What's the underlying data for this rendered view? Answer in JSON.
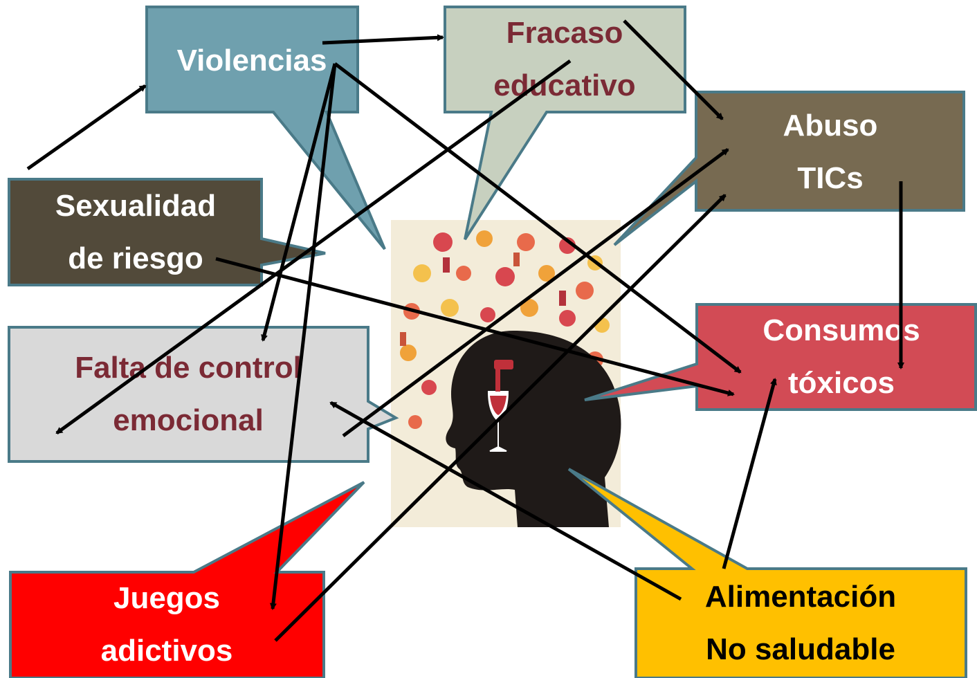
{
  "colors": {
    "violencias": "#6fa0ae",
    "fracaso": "#c7d0bf",
    "abuso": "#776a51",
    "sexualidad": "#524a3a",
    "falta": "#d9d9d9",
    "consumos": "#d24b55",
    "juegos": "#ff0000",
    "alimentacion": "#ffc000",
    "border": "#4a7a88",
    "text_light": "#ffffff",
    "text_maroon": "#7b2a35",
    "text_dark": "#000000"
  },
  "center_image": {
    "icon": "head-with-wine-glass-and-drink-icons"
  },
  "nodes": {
    "violencias": {
      "lines": [
        "Violencias"
      ]
    },
    "fracaso": {
      "lines": [
        "Fracaso",
        "educativo"
      ]
    },
    "abuso": {
      "lines": [
        "Abuso",
        "TICs"
      ]
    },
    "sexualidad": {
      "lines": [
        "Sexualidad",
        "de riesgo"
      ]
    },
    "falta": {
      "lines": [
        "Falta de control",
        "emocional"
      ]
    },
    "consumos": {
      "lines": [
        "Consumos",
        "tóxicos"
      ]
    },
    "juegos": {
      "lines": [
        "Juegos",
        "adictivos"
      ]
    },
    "alimentacion": {
      "lines": [
        "Alimentación",
        "No saludable"
      ]
    }
  },
  "connections": [
    {
      "from": "sexualidad",
      "to": "violencias"
    },
    {
      "from": "violencias",
      "to": "fracaso"
    },
    {
      "from": "violencias",
      "to": "falta"
    },
    {
      "from": "violencias",
      "to": "juegos"
    },
    {
      "from": "violencias",
      "to": "consumos"
    },
    {
      "from": "fracaso",
      "to": "abuso"
    },
    {
      "from": "fracaso",
      "to": "falta"
    },
    {
      "from": "falta",
      "to": "abuso"
    },
    {
      "from": "juegos",
      "to": "abuso"
    },
    {
      "from": "abuso",
      "to": "consumos"
    },
    {
      "from": "sexualidad",
      "to": "consumos"
    },
    {
      "from": "alimentacion",
      "to": "consumos"
    },
    {
      "from": "alimentacion",
      "to": "falta"
    }
  ]
}
